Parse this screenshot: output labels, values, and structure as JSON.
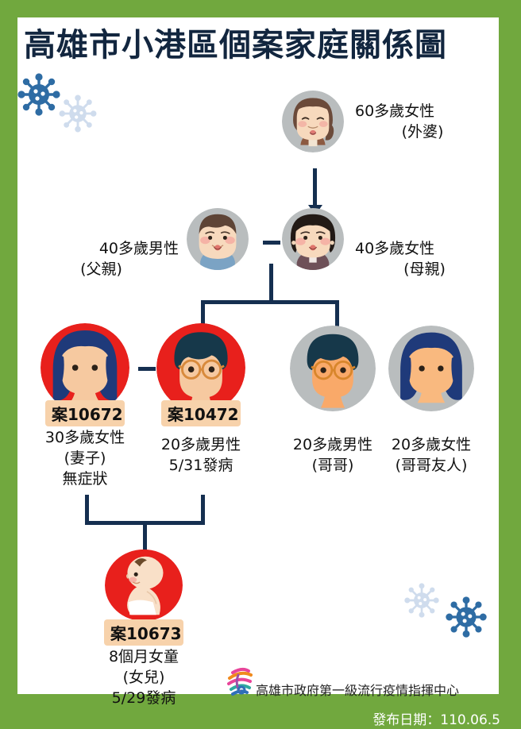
{
  "header": {
    "title": "高雄市小港區個案家庭關係圖"
  },
  "colors": {
    "frame_green": "#71a83e",
    "canvas_white": "#ffffff",
    "title_navy": "#12263f",
    "connector_navy": "#152f50",
    "case_tag_peach": "#f7d2ab",
    "case_circle_red": "#e8201c",
    "neutral_circle_gray": "#b9bdbe",
    "virus_dark_blue": "#2e6ca4",
    "virus_light_blue": "#cfdced"
  },
  "nodes": [
    {
      "id": "grandmother",
      "avatar": "elderly-woman-avatar",
      "circle_color": "#b9bdbe",
      "case_tag": "",
      "lines": [
        "60多歲女性",
        "(外婆)"
      ]
    },
    {
      "id": "father",
      "avatar": "middle-aged-man-avatar",
      "circle_color": "#b9bdbe",
      "case_tag": "",
      "lines": [
        "40多歲男性",
        "(父親)"
      ]
    },
    {
      "id": "mother",
      "avatar": "middle-aged-woman-avatar",
      "circle_color": "#b9bdbe",
      "case_tag": "",
      "lines": [
        "40多歲女性",
        "(母親)"
      ]
    },
    {
      "id": "wife",
      "avatar": "young-woman-avatar",
      "circle_color": "#e8201c",
      "case_tag": "案10672",
      "lines": [
        "30多歲女性",
        "(妻子)",
        "無症狀"
      ]
    },
    {
      "id": "husband",
      "avatar": "young-man-glasses-avatar",
      "circle_color": "#e8201c",
      "case_tag": "案10472",
      "lines": [
        "20多歲男性",
        "5/31發病"
      ]
    },
    {
      "id": "brother",
      "avatar": "young-man-glasses-avatar",
      "circle_color": "#b9bdbe",
      "case_tag": "",
      "lines": [
        "20多歲男性",
        "(哥哥)"
      ]
    },
    {
      "id": "brother-friend",
      "avatar": "young-woman-avatar",
      "circle_color": "#b9bdbe",
      "case_tag": "",
      "lines": [
        "20多歲女性",
        "(哥哥友人)"
      ]
    },
    {
      "id": "daughter",
      "avatar": "baby-avatar",
      "circle_color": "#e8201c",
      "case_tag": "案10673",
      "lines": [
        "8個月女童",
        "(女兒)",
        "5/29發病"
      ]
    }
  ],
  "footer": {
    "logo": "kaohsiung-city-logo",
    "organization": "高雄市政府第一級流行疫情指揮中心",
    "release_date": "發布日期：110.06.5"
  }
}
